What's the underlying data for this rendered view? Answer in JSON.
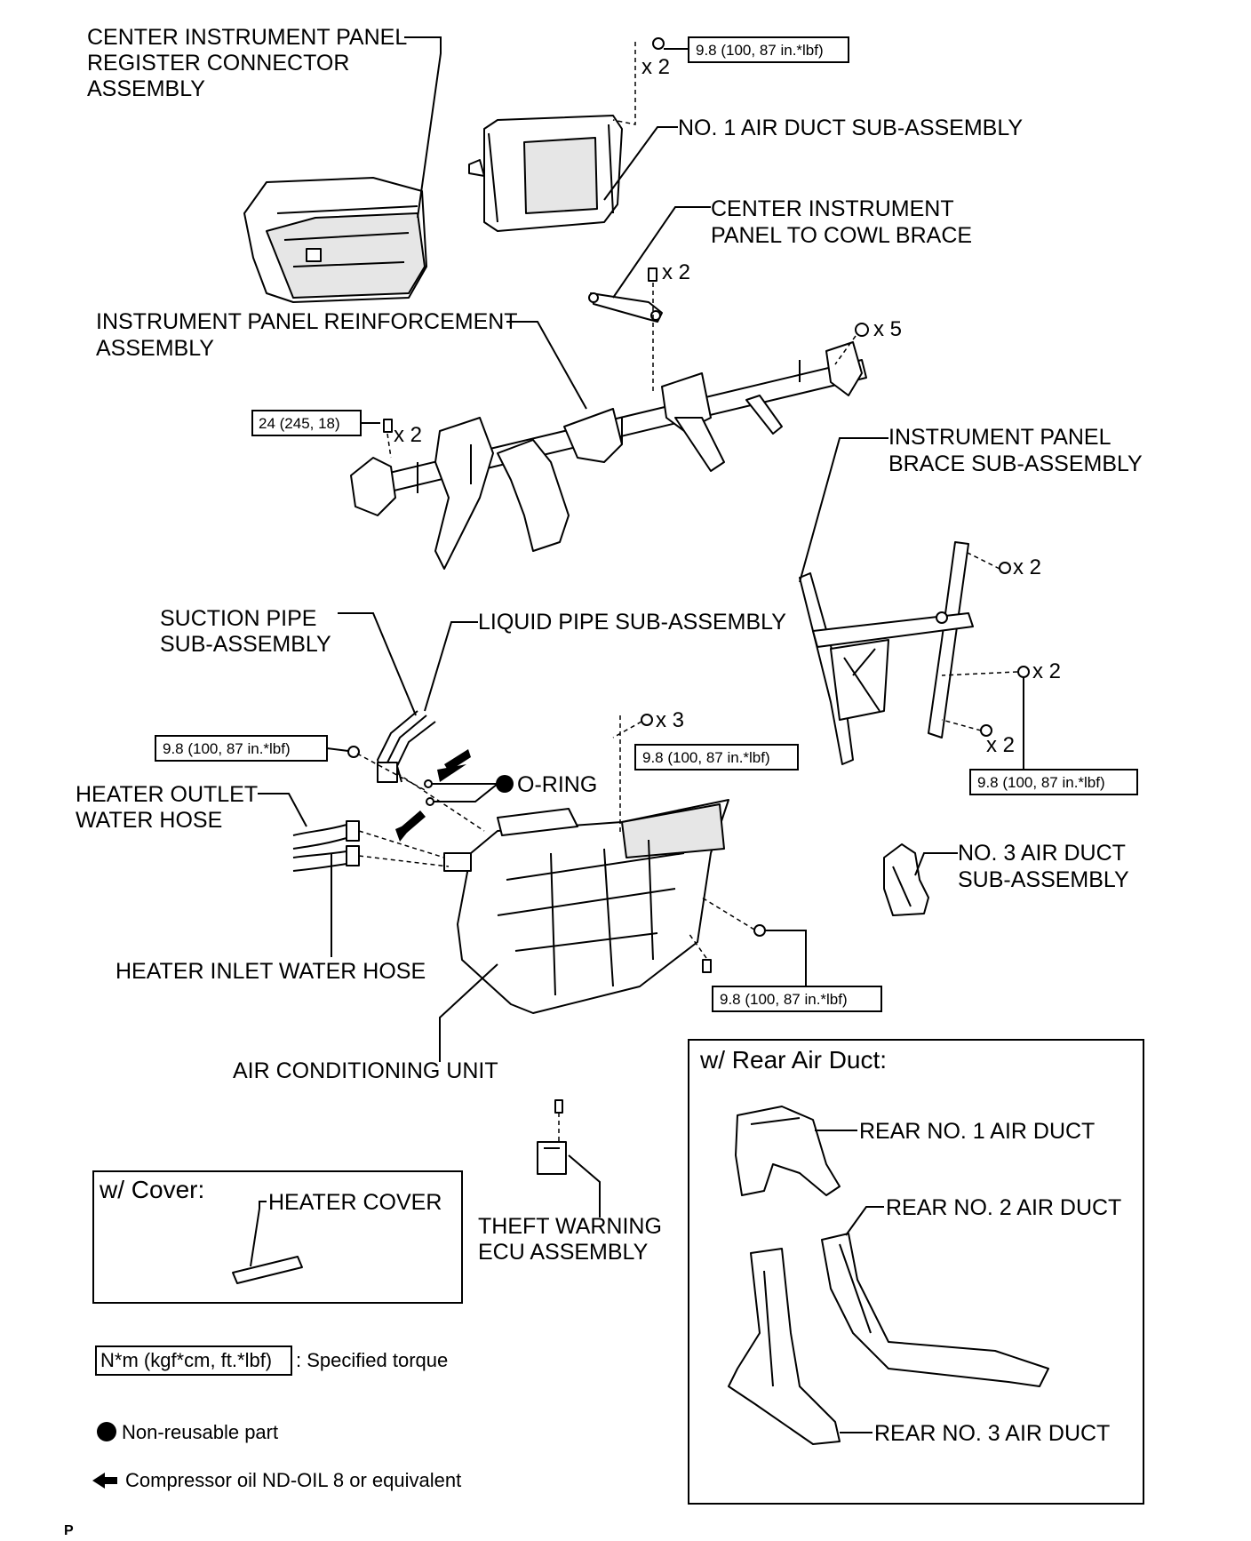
{
  "labels": {
    "center_register": [
      "CENTER INSTRUMENT PANEL",
      "REGISTER CONNECTOR",
      "ASSEMBLY"
    ],
    "no1_air_duct": "NO. 1 AIR DUCT SUB-ASSEMBLY",
    "cowl_brace": [
      "CENTER INSTRUMENT",
      "PANEL TO COWL BRACE"
    ],
    "reinforcement": [
      "INSTRUMENT PANEL REINFORCEMENT",
      "ASSEMBLY"
    ],
    "brace_sub": [
      "INSTRUMENT PANEL",
      "BRACE SUB-ASSEMBLY"
    ],
    "suction_pipe": [
      "SUCTION PIPE",
      "SUB-ASSEMBLY"
    ],
    "liquid_pipe": "LIQUID PIPE SUB-ASSEMBLY",
    "o_ring": "O-RING",
    "heater_outlet": [
      "HEATER OUTLET",
      "WATER HOSE"
    ],
    "heater_inlet": "HEATER INLET WATER HOSE",
    "ac_unit": "AIR CONDITIONING UNIT",
    "no3_air_duct": [
      "NO. 3 AIR DUCT",
      "SUB-ASSEMBLY"
    ],
    "theft_ecu": [
      "THEFT WARNING",
      "ECU ASSEMBLY"
    ],
    "heater_cover": "HEATER COVER",
    "rear1": "REAR NO. 1 AIR DUCT",
    "rear2": "REAR NO. 2 AIR DUCT",
    "rear3": "REAR NO. 3 AIR DUCT"
  },
  "torques": {
    "top": "9.8 (100, 87 in.*lbf)",
    "reinforcement": "24 (245, 18)",
    "pipe": "9.8 (100, 87 in.*lbf)",
    "unit_top": "9.8 (100, 87 in.*lbf)",
    "brace": "9.8 (100, 87 in.*lbf)",
    "unit_bottom": "9.8 (100, 87 in.*lbf)"
  },
  "multipliers": {
    "top": "x 2",
    "cowl": "x 2",
    "reinf_right": "x 5",
    "reinf_left": "x 2",
    "brace_top": "x 2",
    "brace_mid": "x 2",
    "brace_low": "x 2",
    "unit_top": "x 3"
  },
  "insets": {
    "cover_title": "w/ Cover:",
    "rear_title": "w/ Rear Air Duct:"
  },
  "legend": {
    "torque_sample": "N*m (kgf*cm, ft.*lbf)",
    "torque_text": ": Specified torque",
    "nonreusable_text": "Non-reusable part",
    "oil_text": "Compressor oil ND-OIL 8 or equivalent"
  },
  "footer_code": "P"
}
